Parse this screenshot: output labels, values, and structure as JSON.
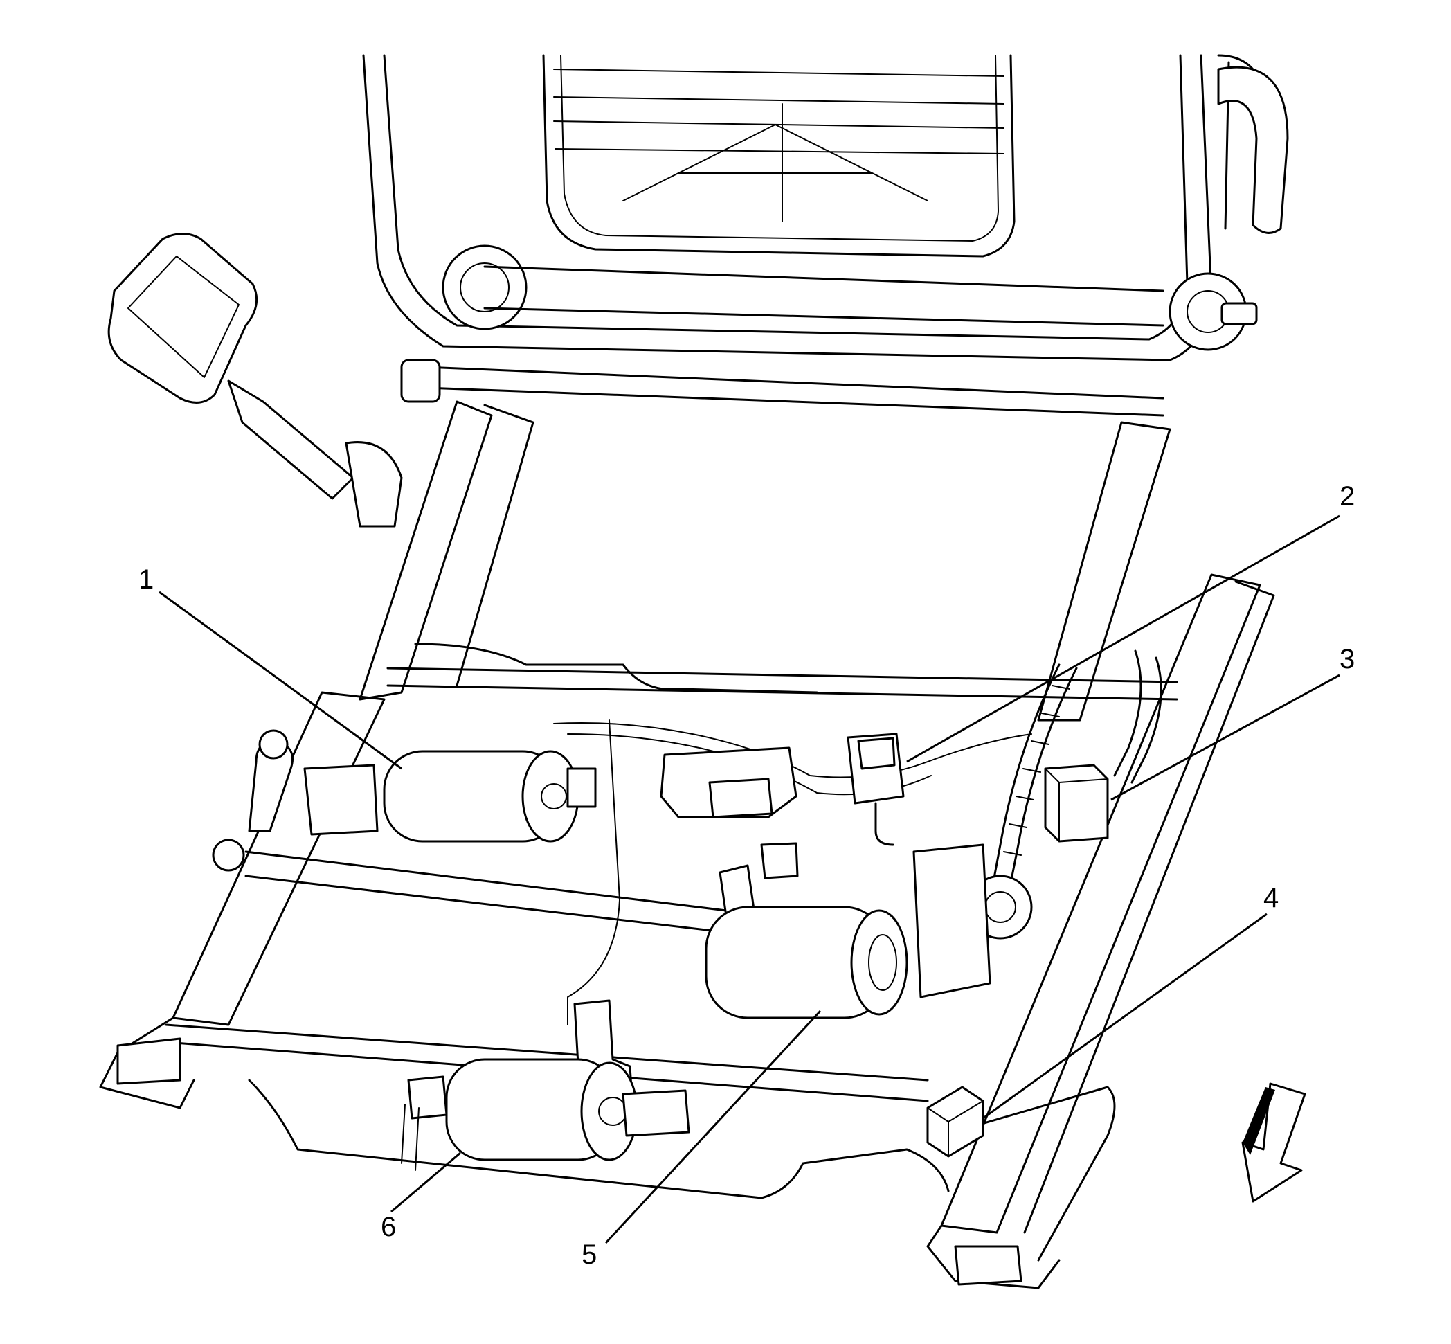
{
  "callouts": [
    {
      "id": "1",
      "label": "1"
    },
    {
      "id": "2",
      "label": "2"
    },
    {
      "id": "3",
      "label": "3"
    },
    {
      "id": "4",
      "label": "4"
    },
    {
      "id": "5",
      "label": "5"
    },
    {
      "id": "6",
      "label": "6"
    }
  ],
  "icons": {
    "direction_arrow": "front-direction-arrow-icon"
  },
  "colors": {
    "line": "#000000",
    "background": "#ffffff"
  }
}
